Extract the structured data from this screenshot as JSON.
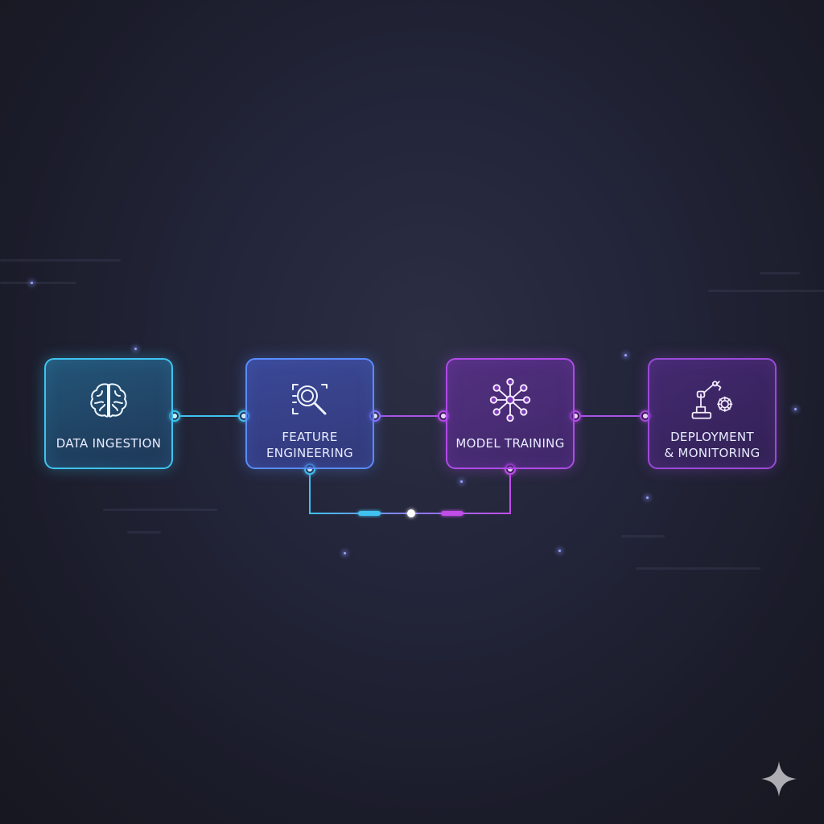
{
  "diagram": {
    "nodes": [
      {
        "id": "data-ingestion",
        "label": "DATA INGESTION",
        "icon": "brain-icon",
        "color": "#3fc3f0"
      },
      {
        "id": "feature-engineering",
        "label": "FEATURE\nENGINEERING",
        "icon": "magnifier-icon",
        "color": "#5a8cff"
      },
      {
        "id": "model-training",
        "label": "MODEL TRAINING",
        "icon": "network-icon",
        "color": "#b04be8"
      },
      {
        "id": "deployment-monitoring",
        "label": "DEPLOYMENT\n& MONITORING",
        "icon": "robot-arm-gear-icon",
        "color": "#9a4ad8"
      }
    ],
    "edges": [
      {
        "from": "data-ingestion",
        "to": "feature-engineering"
      },
      {
        "from": "feature-engineering",
        "to": "model-training"
      },
      {
        "from": "model-training",
        "to": "deployment-monitoring"
      },
      {
        "from": "feature-engineering",
        "to": "model-training",
        "style": "loop-below"
      }
    ]
  },
  "colors": {
    "background": "#1e2030",
    "cyan": "#3fc3f0",
    "blue": "#5a8cff",
    "purple": "#b04be8",
    "text": "#e8ecff"
  }
}
